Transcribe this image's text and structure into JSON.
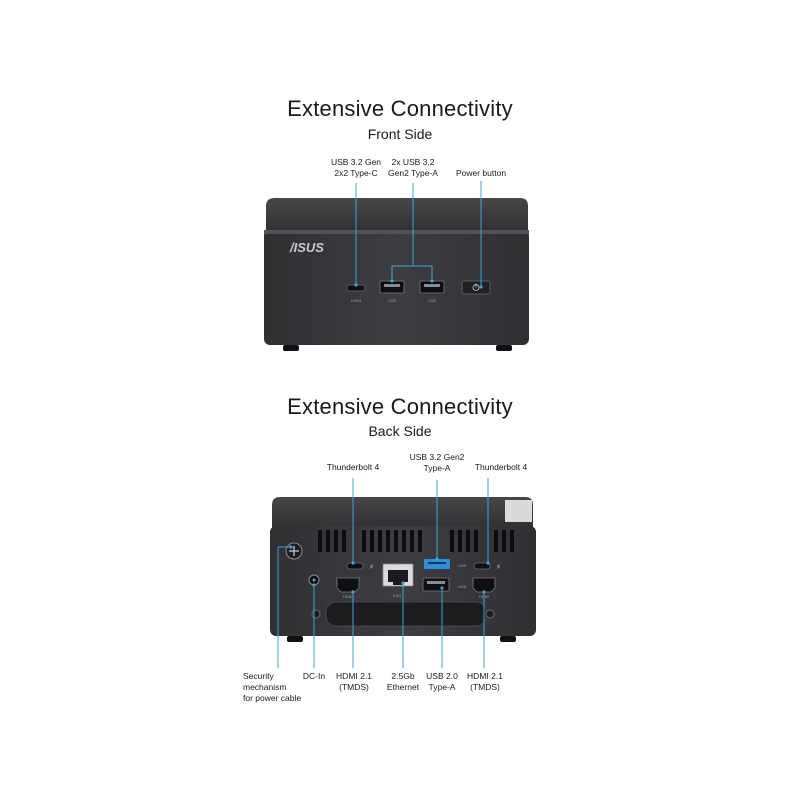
{
  "front": {
    "title": "Extensive Connectivity",
    "subtitle": "Front Side",
    "brand": "/ISUS",
    "labels": {
      "usb_c": [
        "USB 3.2 Gen",
        "2x2 Type-C"
      ],
      "usb_a": [
        "2x USB 3.2",
        "Gen2 Type-A"
      ],
      "power": [
        "Power button"
      ]
    },
    "port_text": {
      "usb_c": "USB4",
      "usb_a1": "USB",
      "usb_a2": "USB"
    }
  },
  "back": {
    "title": "Extensive Connectivity",
    "subtitle": "Back Side",
    "labels": {
      "tb_left": [
        "Thunderbolt  4"
      ],
      "usb_gen2": [
        "USB 3.2 Gen2",
        "Type-A"
      ],
      "tb_right": [
        "Thunderbolt  4"
      ],
      "security": [
        "Security",
        "mechanism",
        "for power cable"
      ],
      "dcin": [
        "DC-In"
      ],
      "hdmi_left": [
        "HDMI 2.1",
        "(TMDS)"
      ],
      "ethernet": [
        "2.5Gb",
        "Ethernet"
      ],
      "usb20": [
        "USB 2.0",
        "Type-A"
      ],
      "hdmi_right": [
        "HDMI 2.1",
        "(TMDS)"
      ]
    },
    "port_text": {
      "hdmi": "HDMI",
      "eth": "2.5G",
      "usb": "USB"
    }
  },
  "colors": {
    "callout": "#3fa3d8",
    "device_dark": "#2c2e30",
    "device_face": "#3a3c3f",
    "usb_blue": "#2f8fd6"
  }
}
